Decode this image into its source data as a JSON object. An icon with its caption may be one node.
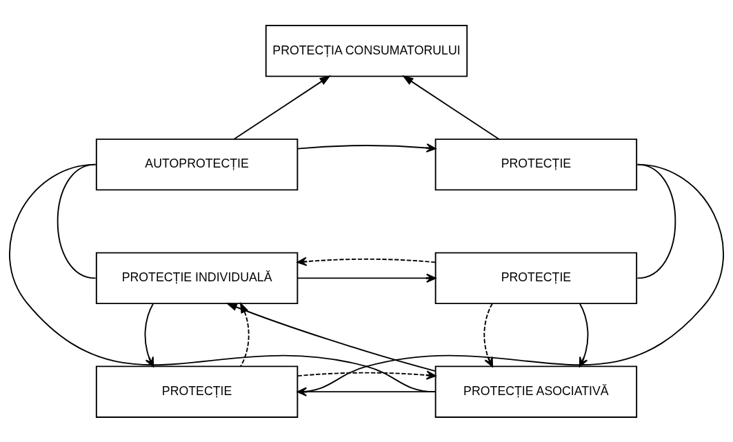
{
  "diagram": {
    "nodes": [
      {
        "text": [
          "PROTECȚIA CONSUMATORULUI"
        ]
      },
      {
        "text": [
          "AUTOPROTECȚIE"
        ]
      },
      {
        "text": [
          "PROTECȚIE"
        ]
      },
      {
        "text": [
          "PROTECȚIE INDIVIDUALĂ"
        ]
      },
      {
        "text": [
          "PROTECȚIE"
        ]
      },
      {
        "text": [
          "PROTECȚIE ASOCIATIVĂ"
        ]
      },
      {
        "text": [
          "PROTECȚIE"
        ]
      }
    ],
    "edges": [
      {
        "from": 1,
        "to": 0,
        "arrow": "to"
      },
      {
        "from": 2,
        "to": 0,
        "arrow": "to"
      },
      {
        "from": 1,
        "to": 2,
        "arrow": "to"
      },
      {
        "from": 1,
        "to": 3,
        "arrow": "none"
      },
      {
        "from": 1,
        "to": 5,
        "arrow": "none"
      },
      {
        "from": 2,
        "to": 4,
        "arrow": "none"
      },
      {
        "from": 2,
        "to": 6,
        "arrow": "none"
      },
      {
        "from": 3,
        "to": 4,
        "arrow": "to"
      },
      {
        "from": 4,
        "to": 3,
        "arrow": "to",
        "style": "dashed"
      },
      {
        "from": 5,
        "to": 3,
        "arrow": "to"
      },
      {
        "from": 3,
        "to": 6,
        "arrow": "to"
      },
      {
        "from": 6,
        "to": 3,
        "arrow": "to",
        "style": "dashed"
      },
      {
        "from": 4,
        "to": 5,
        "arrow": "to",
        "style": "dashed"
      },
      {
        "from": 4,
        "to": 5,
        "arrow": "to"
      },
      {
        "from": 5,
        "to": 6,
        "arrow": "to"
      },
      {
        "from": 6,
        "to": 5,
        "arrow": "to",
        "style": "dashed"
      }
    ]
  }
}
